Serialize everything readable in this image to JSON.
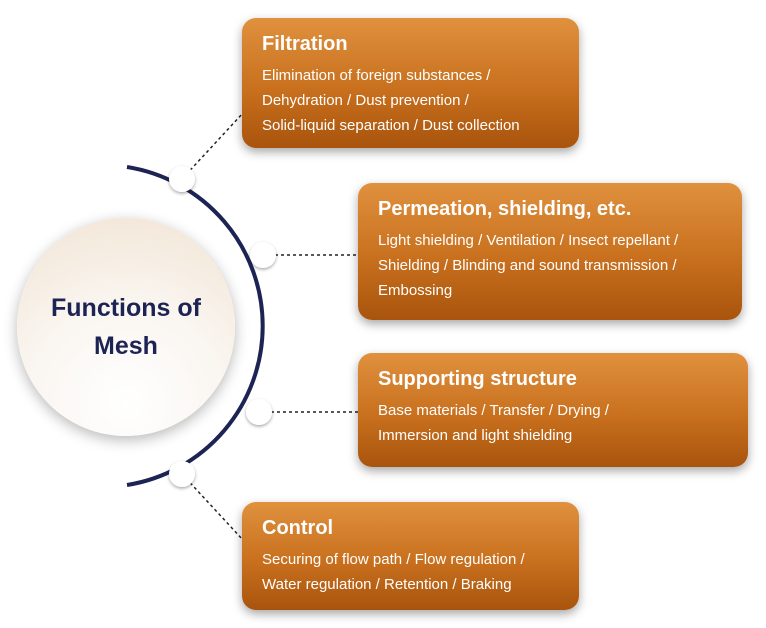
{
  "center": {
    "title_line1": "Functions of",
    "title_line2": "Mesh"
  },
  "colors": {
    "arc": "#1d2454",
    "card_top": "#e0913e",
    "card_bottom": "#a9540d",
    "center_text": "#1d2454"
  },
  "functions": [
    {
      "title": "Filtration",
      "lines": [
        "Elimination of foreign substances /",
        "Dehydration / Dust prevention /",
        "Solid-liquid separation / Dust collection"
      ]
    },
    {
      "title": "Permeation, shielding, etc.",
      "lines": [
        "Light shielding / Ventilation / Insect repellant /",
        "Shielding / Blinding and sound transmission /",
        "Embossing"
      ]
    },
    {
      "title": "Supporting structure",
      "lines": [
        "Base materials / Transfer / Drying /",
        "Immersion and light shielding"
      ]
    },
    {
      "title": "Control",
      "lines": [
        "Securing of flow path / Flow regulation /",
        "Water regulation / Retention / Braking"
      ]
    }
  ]
}
